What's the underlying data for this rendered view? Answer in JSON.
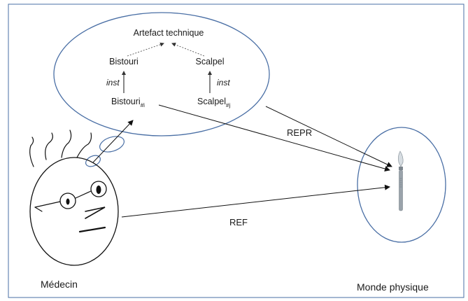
{
  "diagram": {
    "concept_root": "Artefact technique",
    "concept_left": "Bistouri",
    "concept_right": "Scalpel",
    "instance_left_base": "Bistouri",
    "instance_left_sub": "#i",
    "instance_right_base": "Scalpel",
    "instance_right_sub": "#j",
    "inst_left": "inst",
    "inst_right": "inst",
    "edge_repr": "REPR",
    "edge_ref": "REF",
    "label_doctor": "Médecin",
    "label_world": "Monde physique"
  },
  "colors": {
    "ellipse_stroke": "#4a6fa5",
    "frame_stroke": "#4a6fa5",
    "arrow": "#111111",
    "arrow_dashed": "#555555",
    "scalpel_handle": "#9aa3ab"
  },
  "icons": {
    "doctor": "face-sketch-icon",
    "world_object": "scalpel-icon"
  }
}
